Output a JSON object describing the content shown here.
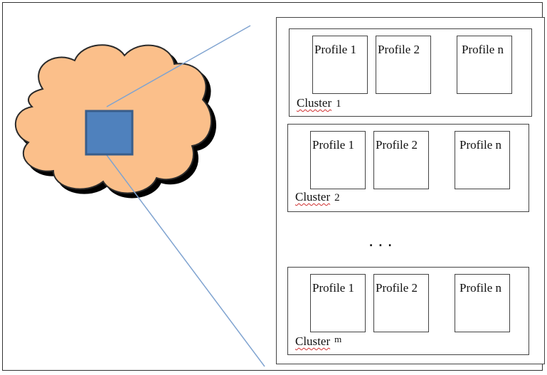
{
  "clusters": [
    {
      "label_word": "Cluster",
      "label_number": "1",
      "profiles": [
        "Profile 1",
        "Profile 2",
        "Profile n"
      ]
    },
    {
      "label_word": "Cluster",
      "label_number": "2",
      "profiles": [
        "Profile 1",
        "Profile 2",
        "Profile n"
      ]
    },
    {
      "label_word": "Cluster",
      "label_number": "m",
      "profiles": [
        "Profile 1",
        "Profile 2",
        "Profile n"
      ]
    }
  ],
  "ellipsis": "...",
  "colors": {
    "cloud_fill": "#FBBF8A",
    "cloud_stroke": "#2B2B2B",
    "square_fill": "#4F81BD",
    "square_stroke": "#385D8A",
    "connector": "#7FA3D0"
  }
}
